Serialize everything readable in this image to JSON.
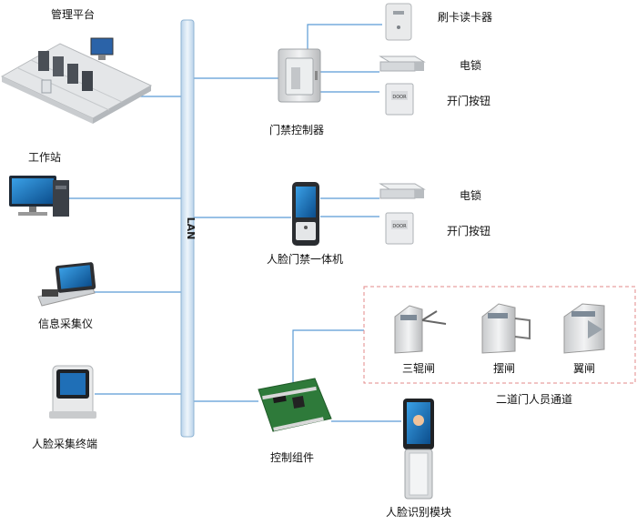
{
  "bus_label": "LAN",
  "left_devices": {
    "mgmt": "管理平台",
    "workstation": "工作站",
    "info_collector": "信息采集仪",
    "face_terminal": "人脸采集终端"
  },
  "access_controller": {
    "label": "门禁控制器",
    "card_reader": "刷卡读卡器",
    "lock": "电锁",
    "exit_button": "开门按钮"
  },
  "face_access": {
    "label": "人脸门禁一体机",
    "lock": "电锁",
    "exit_button": "开门按钮"
  },
  "channel": {
    "tripod": "三辊闸",
    "swing": "摆闸",
    "flap": "翼闸",
    "group_label": "二道门人员通道"
  },
  "control_module": {
    "label": "控制组件"
  },
  "face_module": {
    "label": "人脸识别模块"
  },
  "colors": {
    "line": "#5b9bd5",
    "bus": "#dbe9f4",
    "bus_edge": "#8fb4d3",
    "dash": "#e38a8a"
  }
}
